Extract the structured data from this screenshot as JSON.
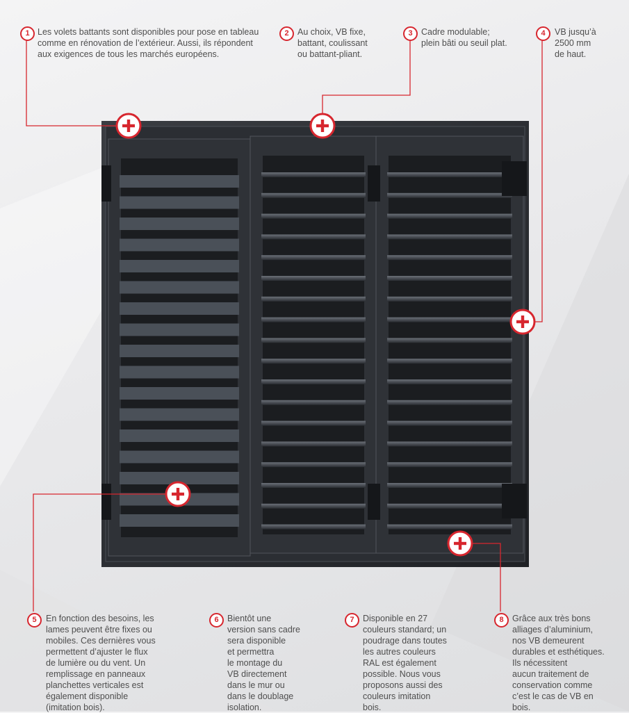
{
  "colors": {
    "accent": "#d7262e",
    "shutter": "#2c2f34",
    "text": "#4e4e4e"
  },
  "notes": [
    {
      "number": "1",
      "text": "Les volets battants sont disponibles pour pose en tableau\ncomme en rénovation de l’extérieur. Aussi, ils répondent\naux exigences de tous les marchés européens."
    },
    {
      "number": "2",
      "text": "Au choix, VB fixe,\nbattant, coulissant\nou battant-pliant."
    },
    {
      "number": "3",
      "text": "Cadre modulable;\nplein bâti ou seuil plat."
    },
    {
      "number": "4",
      "text": "VB jusqu’à\n2500 mm\nde haut."
    },
    {
      "number": "5",
      "text": "En fonction des besoins, les\nlames peuvent être fixes ou\nmobiles. Ces dernières vous\npermettent d’ajuster le flux\nde lumière ou du vent. Un\nremplissage en panneaux\nplanchettes verticales est\négalement disponible\n(imitation bois)."
    },
    {
      "number": "6",
      "text": "Bientôt une\nversion sans cadre\nsera disponible\net permettra\nle montage du\nVB directement\ndans le mur ou\ndans le doublage\nisolation."
    },
    {
      "number": "7",
      "text": "Disponible en 27\ncouleurs standard; un\npoudrage dans toutes\nles autres couleurs\nRAL est également\npossible. Nous vous\nproposons aussi des\ncouleurs imitation\nbois."
    },
    {
      "number": "8",
      "text": "Grâce aux très bons\nalliages d’aluminium,\nnos VB demeurent\ndurables  et esthétiques.\nIls nécessitent\naucun traitement de\nconservation comme\nc’est le cas de VB en\nbois."
    }
  ],
  "hotspot_icon": "plus-icon"
}
